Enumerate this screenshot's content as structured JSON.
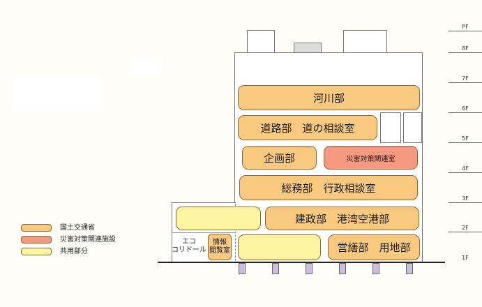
{
  "floors": [
    "PF",
    "8F",
    "7F",
    "6F",
    "5F",
    "4F",
    "3F",
    "2F",
    "1F"
  ],
  "rooms": {
    "river": "河川部",
    "road": "道路部　道の相談室",
    "planning": "企画部",
    "disaster": "災害対策関連室",
    "general_affairs": "総務部　行政相談室",
    "construction": "建政部　港湾空港部",
    "repairs": "営繕部　用地部",
    "info_room_line1": "情報",
    "info_room_line2": "閲覧室",
    "eco_corridor_line1": "エコ",
    "eco_corridor_line2": "コリドール"
  },
  "legend": [
    {
      "label": "国土交通省",
      "color": "#f9c97f"
    },
    {
      "label": "災害対策関連施設",
      "color": "#f69982"
    },
    {
      "label": "共用部分",
      "color": "#fdf3a0"
    }
  ]
}
